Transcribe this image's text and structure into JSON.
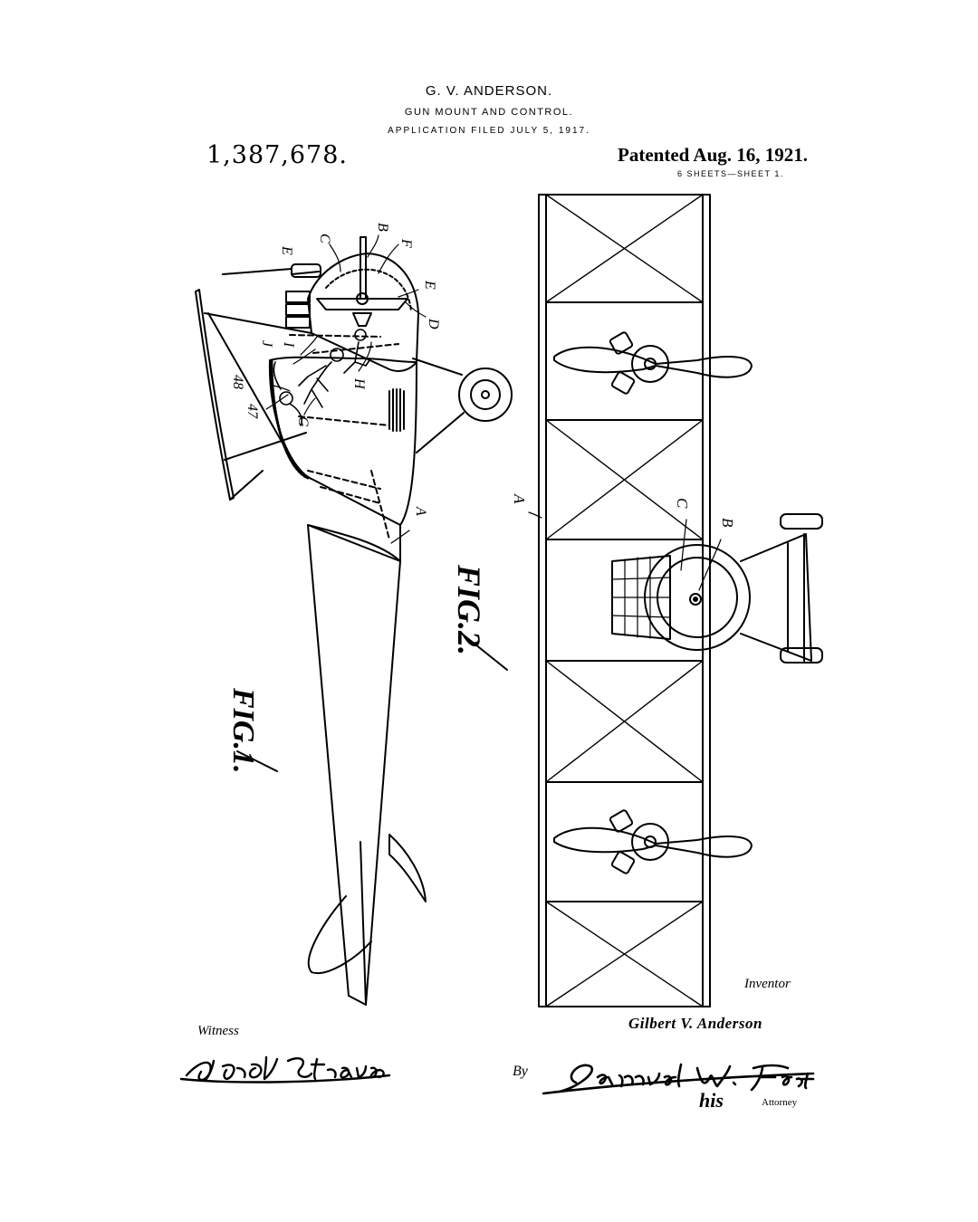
{
  "header": {
    "title": "G. V. ANDERSON.",
    "subtitle": "GUN MOUNT AND CONTROL.",
    "filed": "APPLICATION FILED JULY 5, 1917.",
    "patent_number": "1,387,678.",
    "patented": "Patented Aug. 16, 1921.",
    "sheets": "6 SHEETS—SHEET 1."
  },
  "figures": {
    "fig1_label": "FIG.1.",
    "fig2_label": "FIG.2."
  },
  "reference_letters": {
    "C": "C",
    "B": "B",
    "E": "E",
    "F": "F",
    "D": "D",
    "I": "I",
    "J": "J",
    "H": "H",
    "G": "G",
    "A": "A",
    "n48": "48",
    "n47": "47"
  },
  "footer": {
    "inventor_label": "Inventor",
    "inventor_name": "Gilbert V. Anderson",
    "witness_label": "Witness",
    "witness_signature": "Harold Strauss",
    "by_label": "By",
    "attorney_signature": "Samuel W. Foster",
    "his_label": "his",
    "attorney_label": "Attorney"
  },
  "colors": {
    "ink": "#000000",
    "paper": "#ffffff"
  }
}
